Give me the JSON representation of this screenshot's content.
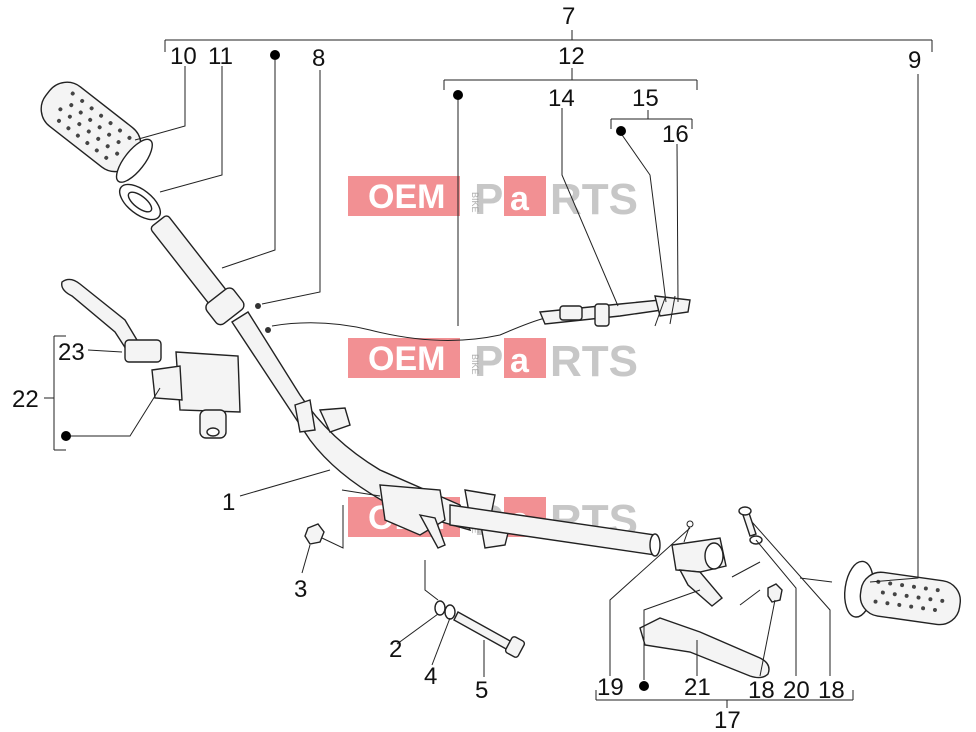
{
  "watermark": {
    "oem": "OEM",
    "bike": "BIKE",
    "p": "P",
    "a": "a",
    "rts": "RTS"
  },
  "labels": {
    "l1": "1",
    "l2": "2",
    "l3": "3",
    "l4": "4",
    "l5": "5",
    "l7": "7",
    "l8": "8",
    "l9": "9",
    "l10": "10",
    "l11": "11",
    "l12": "12",
    "l14": "14",
    "l15": "15",
    "l16": "16",
    "l17": "17",
    "l18a": "18",
    "l18b": "18",
    "l19": "19",
    "l20": "20",
    "l21": "21",
    "l22": "22",
    "l23": "23"
  }
}
